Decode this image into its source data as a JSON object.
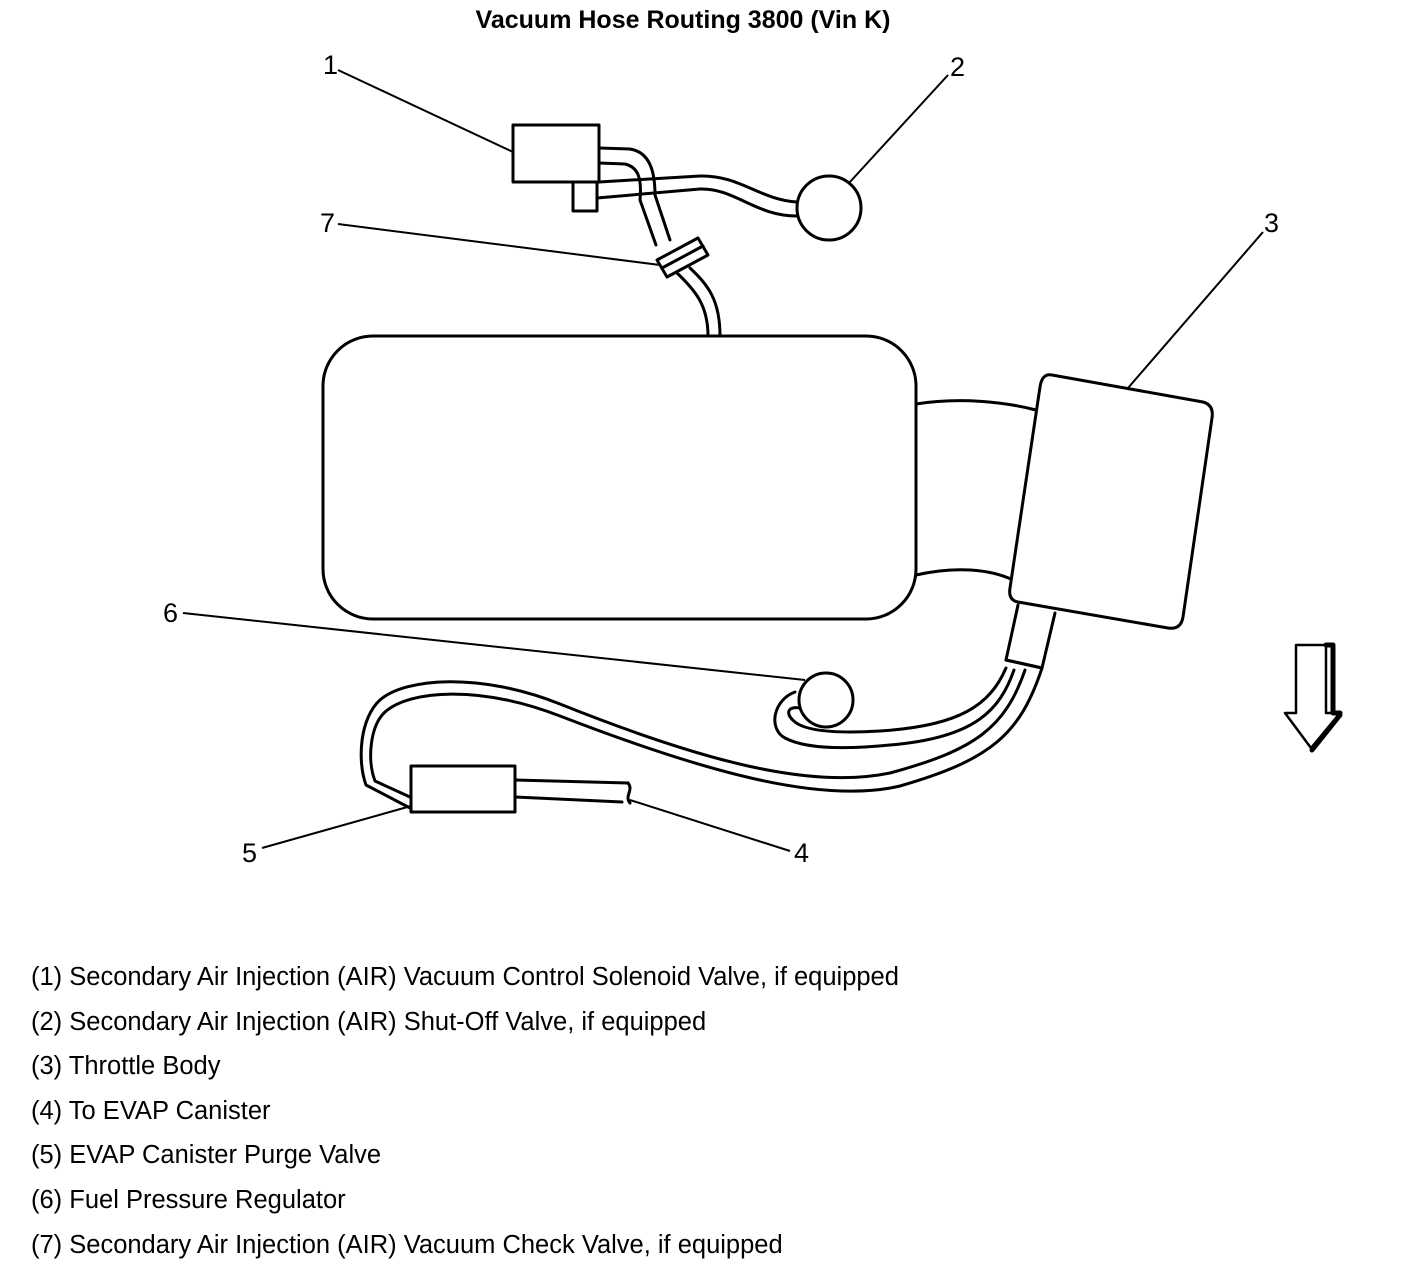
{
  "title": "Vacuum Hose Routing 3800 (Vin K)",
  "callouts": [
    "1",
    "2",
    "3",
    "4",
    "5",
    "6",
    "7"
  ],
  "legend": [
    "(1) Secondary Air Injection (AIR) Vacuum Control Solenoid Valve, if equipped",
    "(2) Secondary Air Injection (AIR) Shut-Off Valve, if equipped",
    "(3) Throttle Body",
    "(4) To EVAP Canister",
    "(5) EVAP Canister Purge Valve",
    "(6) Fuel Pressure Regulator",
    "(7) Secondary Air Injection (AIR) Vacuum Check Valve, if equipped"
  ],
  "colors": {
    "line": "#000000",
    "background": "#ffffff"
  },
  "icons": {
    "direction_arrow": "down-arrow-icon"
  }
}
